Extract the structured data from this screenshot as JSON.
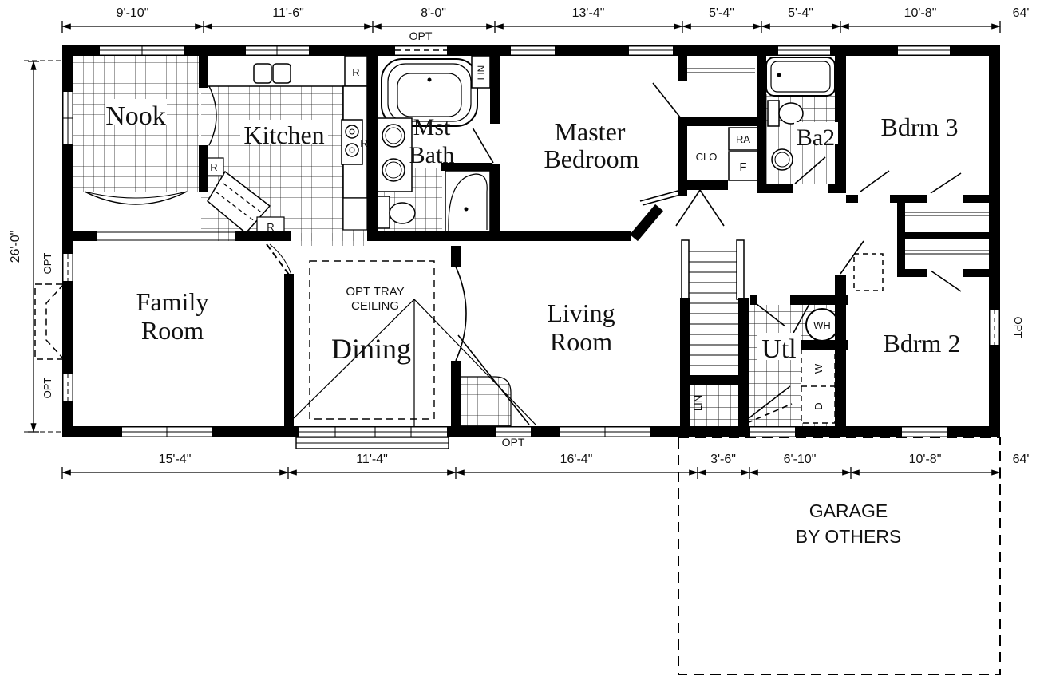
{
  "plan": {
    "dim_top": [
      "9'-10\"",
      "11'-6\"",
      "8'-0\"",
      "13'-4\"",
      "5'-4\"",
      "5'-4\"",
      "10'-8\""
    ],
    "total_right_top": "64'",
    "dim_bottom": [
      "15'-4\"",
      "11'-4\"",
      "16'-4\"",
      "3'-6\"",
      "6'-10\"",
      "10'-8\""
    ],
    "total_right_bottom": "64'",
    "dim_left": "26'-0\"",
    "rooms": {
      "nook": "Nook",
      "kitchen": "Kitchen",
      "mst_bath_l1": "Mst",
      "mst_bath_l2": "Bath",
      "master_l1": "Master",
      "master_l2": "Bedroom",
      "ba2": "Ba2",
      "bdrm3": "Bdrm 3",
      "family_l1": "Family",
      "family_l2": "Room",
      "dining": "Dining",
      "living_l1": "Living",
      "living_l2": "Room",
      "utl": "Utl",
      "bdrm2": "Bdrm 2"
    },
    "garage": {
      "l1": "GARAGE",
      "l2": "BY OTHERS"
    },
    "tray": {
      "l1": "OPT TRAY",
      "l2": "CEILING"
    },
    "tags": {
      "opt": "OPT",
      "lin": "LIN",
      "clo": "CLO",
      "ra": "RA",
      "f": "F",
      "wh": "WH",
      "w": "W",
      "d": "D",
      "r": "R"
    },
    "colors": {
      "ink": "#000000",
      "paper": "#ffffff"
    }
  }
}
